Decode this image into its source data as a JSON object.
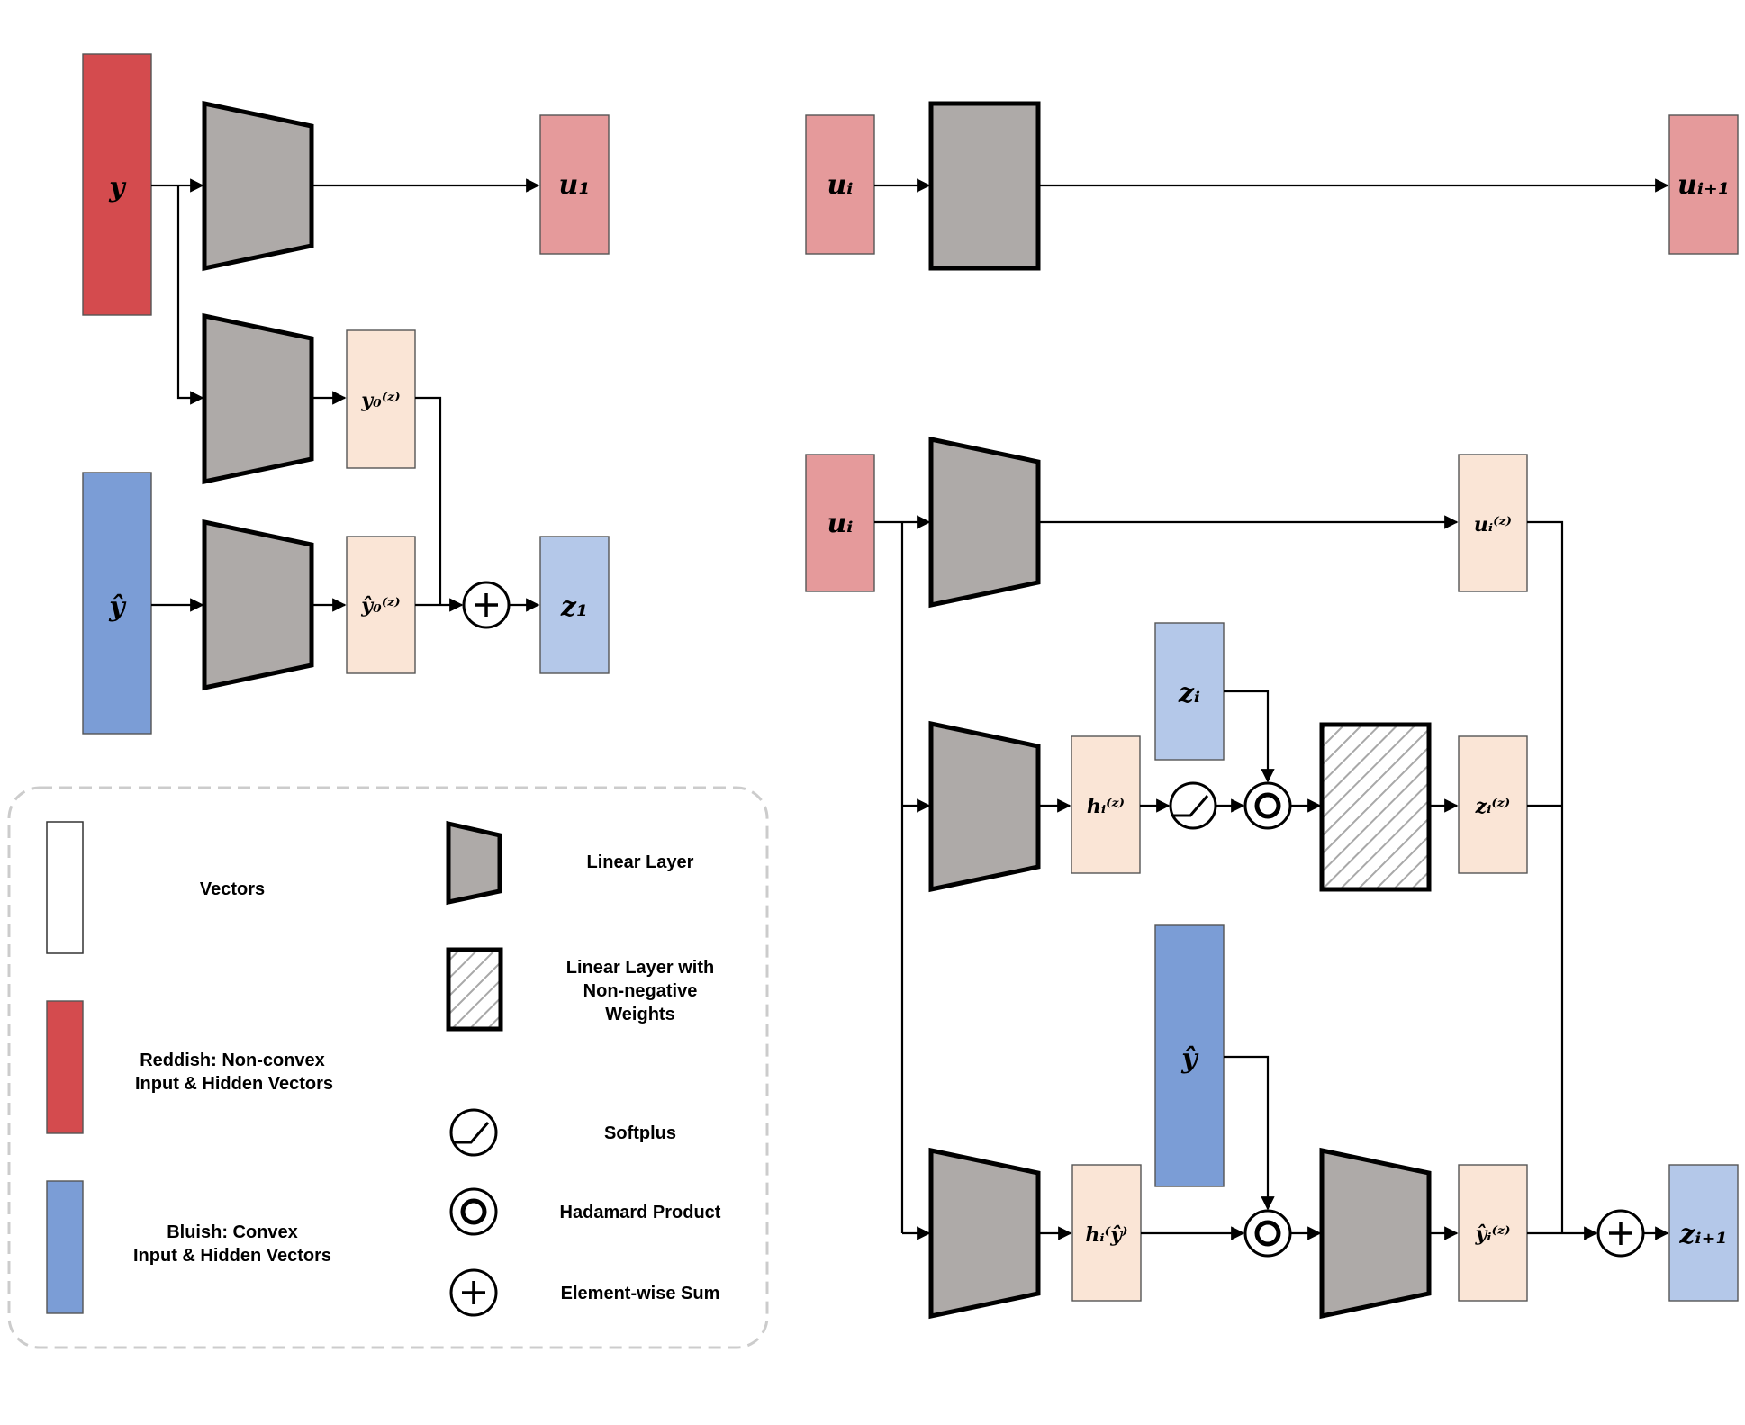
{
  "colors": {
    "reddish_dark": "#d44b4e",
    "reddish_light": "#e59a9b",
    "bluish_dark": "#7b9dd6",
    "bluish_light": "#b4c8e9",
    "hidden_peach": "#fae5d6",
    "layer_gray": "#aeaaa8"
  },
  "vectors": {
    "y": "y",
    "u1": "u₁",
    "y0z": "y₀⁽ᶻ⁾",
    "yhat": "ŷ",
    "yhat0z": "ŷ₀⁽ᶻ⁾",
    "z1": "z₁",
    "ui_top": "uᵢ",
    "ui1": "uᵢ₊₁",
    "ui_bottom": "uᵢ",
    "uiz": "uᵢ⁽ᶻ⁾",
    "zi": "zᵢ",
    "hiz": "hᵢ⁽ᶻ⁾",
    "ziz": "zᵢ⁽ᶻ⁾",
    "yhat_right": "ŷ",
    "hiyhat": "hᵢ⁽ŷ⁾",
    "yhatiz": "ŷᵢ⁽ᶻ⁾",
    "zi1": "zᵢ₊₁"
  },
  "legend": {
    "vectors": "Vectors",
    "reddish_line1": "Reddish: Non-convex",
    "reddish_line2": "Input & Hidden Vectors",
    "bluish_line1": "Bluish: Convex",
    "bluish_line2": "Input & Hidden Vectors",
    "linear_layer": "Linear Layer",
    "nonneg_line1": "Linear Layer with",
    "nonneg_line2": "Non-negative",
    "nonneg_line3": "Weights",
    "softplus": "Softplus",
    "hadamard": "Hadamard Product",
    "sum": "Element-wise Sum"
  }
}
